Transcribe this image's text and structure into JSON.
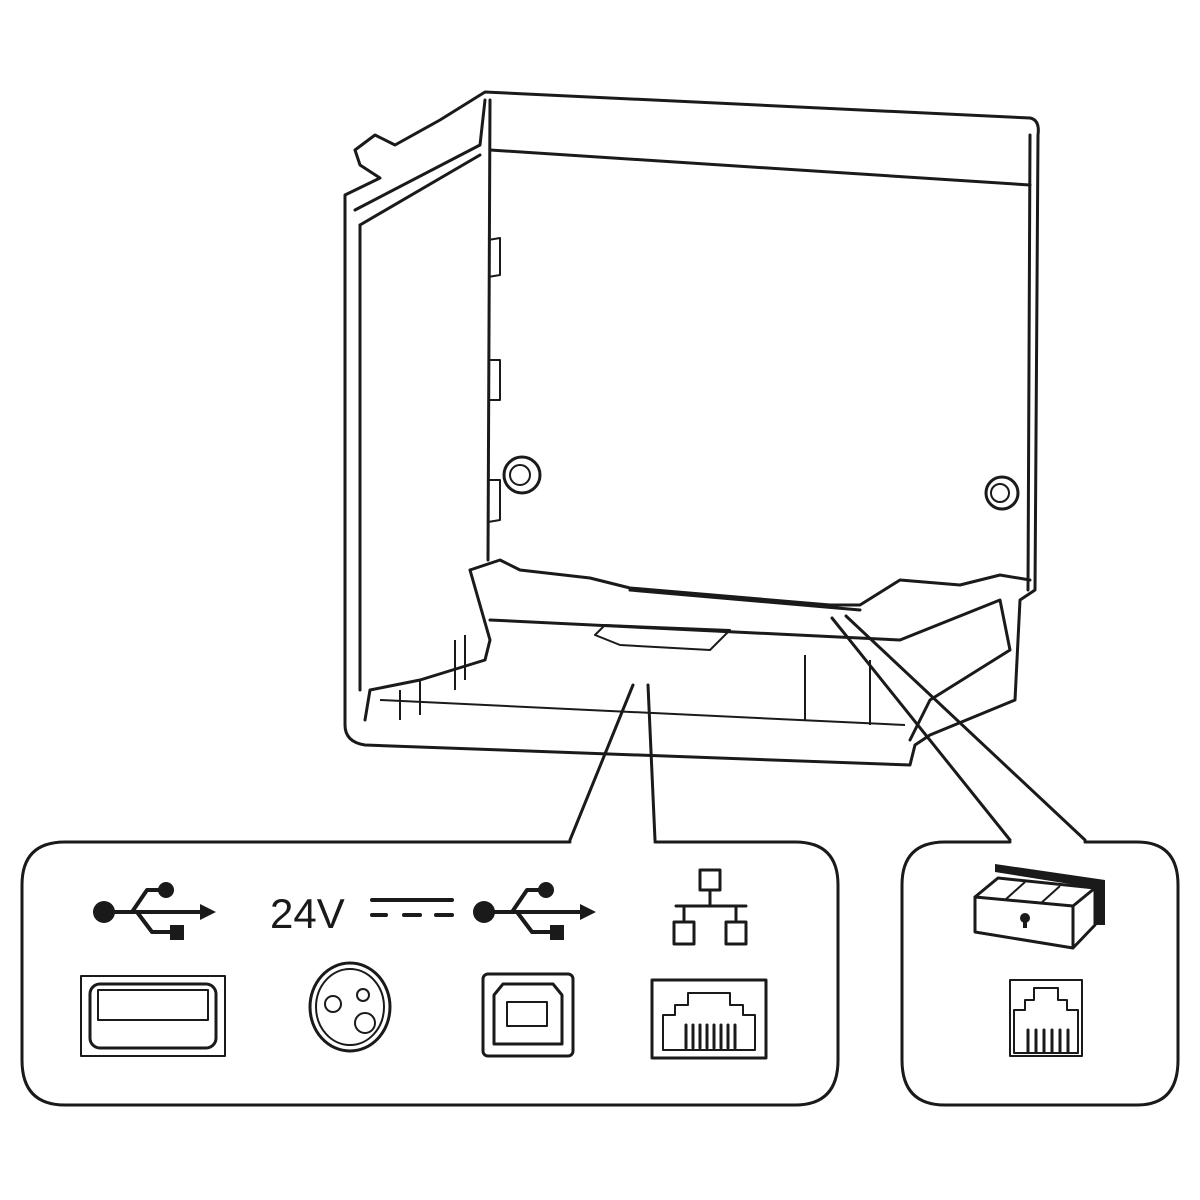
{
  "diagram": {
    "subject": "printer-rear-view",
    "colors": {
      "line": "#1a1a1a",
      "background": "#ffffff"
    },
    "connector_panel": {
      "power_label": "24V",
      "ports": [
        {
          "icon": "usb-icon",
          "connector": "usb-type-a-port"
        },
        {
          "icon": "dc-power-icon",
          "connector": "power-din-port"
        },
        {
          "icon": "usb-icon",
          "connector": "usb-type-b-port"
        },
        {
          "icon": "network-icon",
          "connector": "ethernet-rj45-port"
        }
      ]
    },
    "drawer_panel": {
      "ports": [
        {
          "icon": "cash-drawer-icon",
          "connector": "rj11-drawer-port"
        }
      ]
    }
  }
}
